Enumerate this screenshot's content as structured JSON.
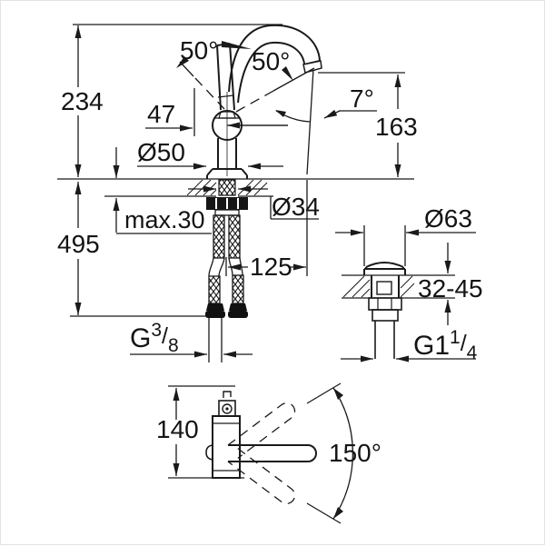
{
  "drawing": {
    "dims": {
      "total_height": "234",
      "below_height": "495",
      "lever_angle_left": "50°",
      "lever_angle_right": "50°",
      "lever_reach": "47",
      "base_diameter": "Ø50",
      "spout_tilt": "7°",
      "spout_height": "163",
      "deck_thickness_max": "max.30",
      "hole_diameter": "Ø34",
      "spout_reach": "125",
      "waste_flange_diameter": "Ø63",
      "waste_deck_range": "32-45",
      "body_height": "140",
      "swivel_angle": "150°"
    },
    "threads": {
      "supply": {
        "base": "G",
        "sup": "3",
        "slash": "/",
        "sub": "8"
      },
      "waste": {
        "base": "G1",
        "sup": "1",
        "slash": "/",
        "sub": "4"
      }
    },
    "colors": {
      "line": "#1a1a1a",
      "background": "#ffffff"
    }
  }
}
